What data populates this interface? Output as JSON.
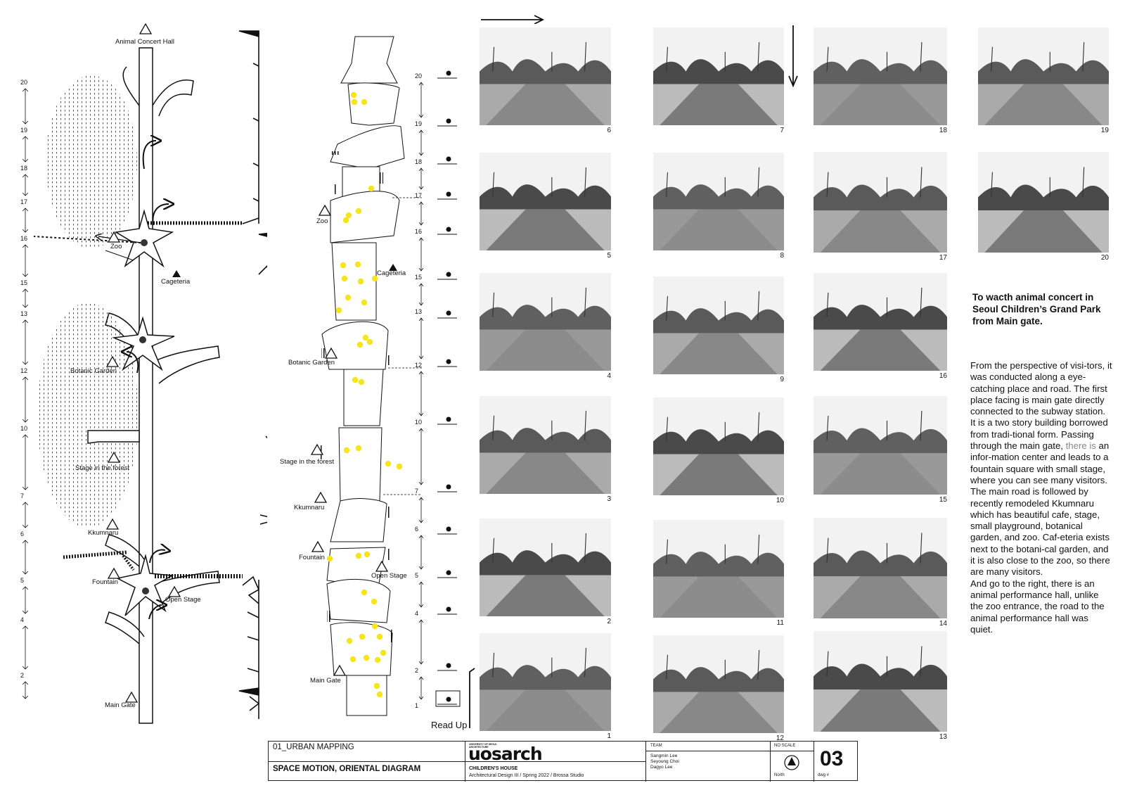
{
  "diagram": {
    "landmarks": [
      "Animal Concert Hall",
      "Zoo",
      "Cageteria",
      "Botanic Garden",
      "Stage in the forest",
      "Kkumnaru",
      "Fountain",
      "Open Stage",
      "Main Gate"
    ],
    "left_scale": [
      "20",
      "19",
      "18",
      "17",
      "16",
      "15",
      "13",
      "12",
      "10",
      "7",
      "6",
      "5",
      "4",
      "2"
    ],
    "mid_scale": [
      "20",
      "19",
      "18",
      "17",
      "16",
      "15",
      "13",
      "12",
      "10",
      "7",
      "6",
      "5",
      "4",
      "2",
      "1"
    ],
    "read_up": "Read Up"
  },
  "photos": {
    "col1": [
      "6",
      "5",
      "4",
      "3",
      "2",
      "1"
    ],
    "col2": [
      "7",
      "8",
      "9",
      "10",
      "11",
      "12"
    ],
    "col3": [
      "18",
      "17",
      "16",
      "15",
      "14",
      "13"
    ],
    "col4": [
      "19",
      "20"
    ]
  },
  "caption": {
    "title": "To wacth animal concert  in Seoul Children’s Grand Park from Main gate.",
    "body_part1": " From the perspective of visi-tors, it was conducted along a eye-catching place and road.  The first place facing is main gate directly connected to the subway station. It is a two story building borrowed from tradi-tional form. Passing through the main gate, ",
    "body_grey": "there is",
    "body_part2": " an infor-mation center and leads to a fountain square with small stage, where you can see many visitors. The main road is followed by recently remodeled Kkumnaru which has beautiful cafe, stage, small playground, botanical garden, and zoo. Caf-eteria exists next to the botani-cal garden, and it is also close to the zoo, so  there are many visitors.",
    "body_part3": "And go to the right, there is an animal performance hall, unlike the zoo entrance, the road to the animal performance hall was quiet."
  },
  "title_block": {
    "section": "01_URBAN MAPPING",
    "title": "SPACE MOTION, ORIENTAL DIAGRAM",
    "logo_small": "UNIVERSITY OF SEOUL ARCHITECTURE",
    "logo": "uosarch",
    "project": "CHILDREN'S HOUSE",
    "course": "Architectural Design III / Spring 2022 / Brossa Studio",
    "team_label": "TEAM",
    "team": [
      "Sangmin Lee",
      "Seyoung Choi",
      "Dagyo Lee"
    ],
    "scale_label": "NO SCALE",
    "north_label": "North",
    "drawing_number": "03",
    "dwg_label": "dwg #"
  },
  "colors": {
    "yellow": "#f5e51a",
    "ink": "#111111"
  }
}
